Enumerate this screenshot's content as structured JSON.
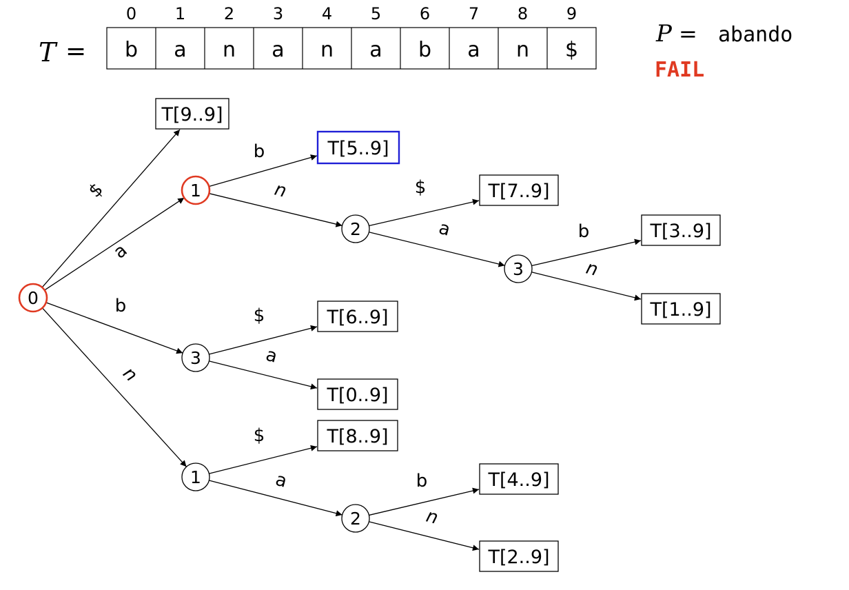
{
  "text_row": {
    "label_var": "T",
    "equals": "=",
    "indices": [
      "0",
      "1",
      "2",
      "3",
      "4",
      "5",
      "6",
      "7",
      "8",
      "9"
    ],
    "chars": [
      "b",
      "a",
      "n",
      "a",
      "n",
      "a",
      "b",
      "a",
      "n",
      "$"
    ]
  },
  "pattern": {
    "label_var": "P",
    "equals": "=",
    "value": "abando",
    "status": "FAIL"
  },
  "colors": {
    "fail": "#e03a22",
    "highlight_node": "#e03a22",
    "highlight_leaf": "#1f1fd6",
    "line": "#000000"
  },
  "nodes": [
    {
      "id": "n0",
      "label": "0",
      "highlight": true
    },
    {
      "id": "n1",
      "label": "1",
      "highlight": true
    },
    {
      "id": "n2",
      "label": "2",
      "highlight": false
    },
    {
      "id": "n3",
      "label": "3",
      "highlight": false
    },
    {
      "id": "n4",
      "label": "3",
      "highlight": false
    },
    {
      "id": "n5",
      "label": "1",
      "highlight": false
    },
    {
      "id": "n6",
      "label": "2",
      "highlight": false
    }
  ],
  "leaves": [
    {
      "id": "L99",
      "label": "T[9..9]",
      "highlight": false
    },
    {
      "id": "L59",
      "label": "T[5..9]",
      "highlight": true
    },
    {
      "id": "L79",
      "label": "T[7..9]",
      "highlight": false
    },
    {
      "id": "L39",
      "label": "T[3..9]",
      "highlight": false
    },
    {
      "id": "L19",
      "label": "T[1..9]",
      "highlight": false
    },
    {
      "id": "L69",
      "label": "T[6..9]",
      "highlight": false
    },
    {
      "id": "L09",
      "label": "T[0..9]",
      "highlight": false
    },
    {
      "id": "L89",
      "label": "T[8..9]",
      "highlight": false
    },
    {
      "id": "L49",
      "label": "T[4..9]",
      "highlight": false
    },
    {
      "id": "L29",
      "label": "T[2..9]",
      "highlight": false
    }
  ],
  "edges": [
    {
      "from": "n0",
      "to": "L99",
      "label": "$"
    },
    {
      "from": "n0",
      "to": "n1",
      "label": "a"
    },
    {
      "from": "n0",
      "to": "n4",
      "label": "b"
    },
    {
      "from": "n0",
      "to": "n5",
      "label": "n"
    },
    {
      "from": "n1",
      "to": "L59",
      "label": "b"
    },
    {
      "from": "n1",
      "to": "n2",
      "label": "n"
    },
    {
      "from": "n2",
      "to": "L79",
      "label": "$"
    },
    {
      "from": "n2",
      "to": "n3",
      "label": "a"
    },
    {
      "from": "n3",
      "to": "L39",
      "label": "b"
    },
    {
      "from": "n3",
      "to": "L19",
      "label": "n"
    },
    {
      "from": "n4",
      "to": "L69",
      "label": "$"
    },
    {
      "from": "n4",
      "to": "L09",
      "label": "a"
    },
    {
      "from": "n5",
      "to": "L89",
      "label": "$"
    },
    {
      "from": "n5",
      "to": "n6",
      "label": "a"
    },
    {
      "from": "n6",
      "to": "L49",
      "label": "b"
    },
    {
      "from": "n6",
      "to": "L29",
      "label": "n"
    }
  ]
}
